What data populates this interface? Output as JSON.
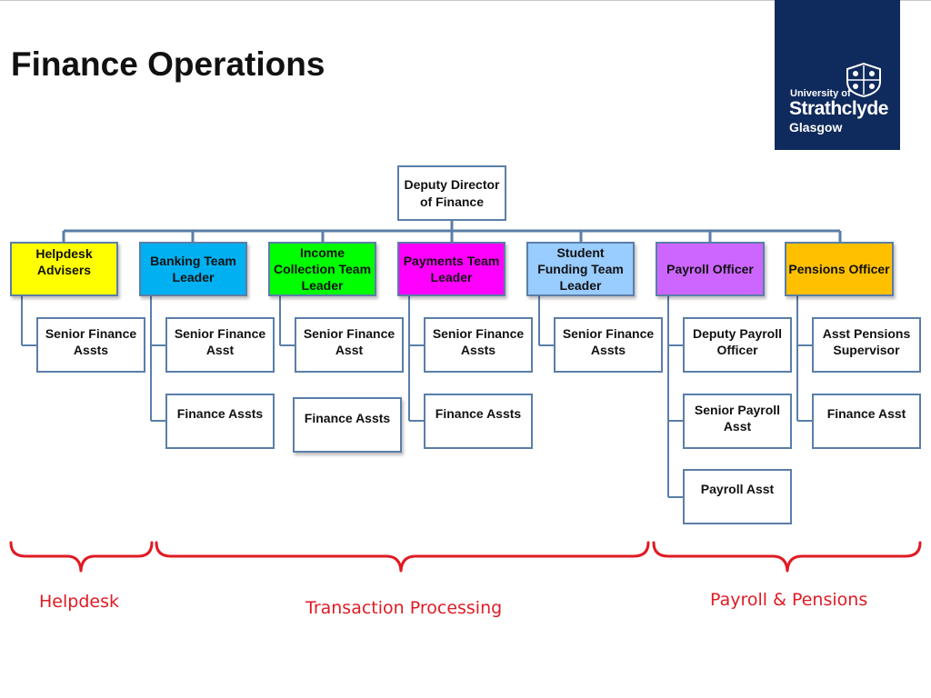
{
  "title": "Finance Operations",
  "logo": {
    "line1": "University of",
    "line2": "Strathclyde",
    "line3": "Glasgow"
  },
  "colors": {
    "box_border": "#5a7ea8",
    "helpdesk": "#ffff00",
    "banking": "#00b0f0",
    "income": "#00ff00",
    "payments": "#ff00ff",
    "student": "#99ccff",
    "payroll": "#cc66ff",
    "pensions": "#ffc000",
    "bracket": "#e01b24",
    "logo_bg": "#0f2a5c"
  },
  "chart": {
    "root": "Deputy Director\nof Finance",
    "heads": [
      "Helpdesk\nAdvisers",
      "Banking Team\nLeader",
      "Income\nCollection Team\nLeader",
      "Payments Team\nLeader",
      "Student\nFunding Team\nLeader",
      "Payroll Officer",
      "Pensions Officer"
    ],
    "staff": [
      "Senior Finance\nAssts",
      "Senior Finance\nAsst",
      "Finance Assts",
      "Senior Finance\nAsst",
      "Finance Assts",
      "Senior Finance\nAssts",
      "Finance Assts",
      "Senior Finance\nAssts",
      "Deputy Payroll\nOfficer",
      "Senior Payroll\nAsst",
      "Payroll Asst",
      "Asst Pensions\nSupervisor",
      "Finance Asst"
    ]
  },
  "groups": [
    "Helpdesk",
    "Transaction Processing",
    "Payroll & Pensions"
  ]
}
